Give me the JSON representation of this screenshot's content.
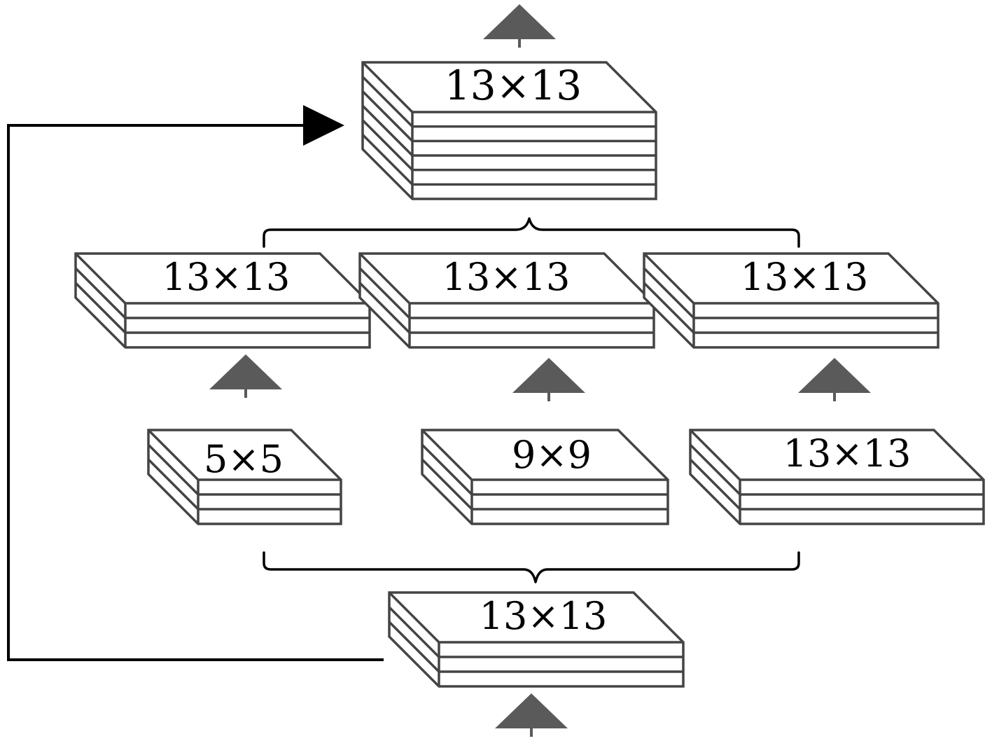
{
  "blocks": {
    "input": {
      "label": "13×13",
      "layers": 3
    },
    "pool_small": {
      "label": "5×5",
      "layers": 3
    },
    "pool_medium": {
      "label": "9×9",
      "layers": 3
    },
    "pool_large": {
      "label": "13×13",
      "layers": 3
    },
    "upsampled_small": {
      "label": "13×13",
      "layers": 3
    },
    "upsampled_medium": {
      "label": "13×13",
      "layers": 3
    },
    "upsampled_large": {
      "label": "13×13",
      "layers": 3
    },
    "output": {
      "label": "13×13",
      "layers": 6
    }
  },
  "colors": {
    "block_stroke": "#444444",
    "flow_arrow": "#5a5a5a",
    "skip_connection": "#000000",
    "brace": "#000000"
  }
}
